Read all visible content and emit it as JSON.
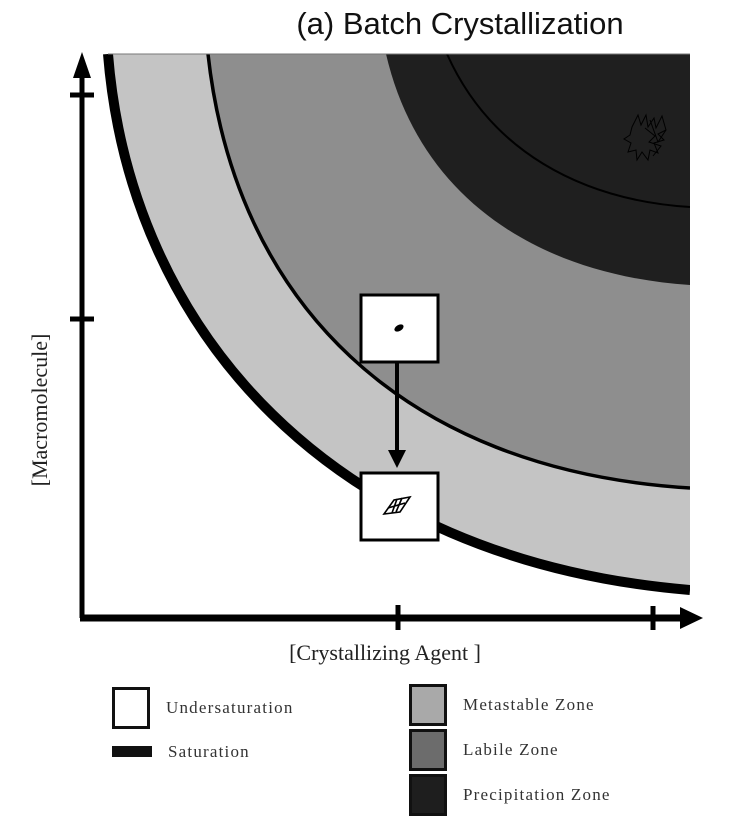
{
  "title": "(a) Batch Crystallization",
  "axes": {
    "x_label": "[Crystallizing Agent ]",
    "y_label": "[Macromolecule]"
  },
  "zones": [
    {
      "name": "Undersaturation",
      "color": "#ffffff"
    },
    {
      "name": "Saturation",
      "color": "#000000"
    },
    {
      "name": "Metastable Zone",
      "color": "#c4c4c4"
    },
    {
      "name": "Labile Zone",
      "color": "#8e8e8e"
    },
    {
      "name": "Precipitation Zone",
      "color": "#1f1f1f"
    }
  ],
  "annotations": {
    "start_point": "nucleus (labile zone)",
    "end_point": "crystal (metastable zone)",
    "transition": "arrow from labile zone down to metastable zone"
  },
  "legend": {
    "items": [
      {
        "label": "Undersaturation",
        "style": "box",
        "color": "#ffffff"
      },
      {
        "label": "Saturation",
        "style": "line",
        "color": "#111111"
      },
      {
        "label": "Metastable Zone",
        "style": "box",
        "color": "#a9a9a9"
      },
      {
        "label": "Labile Zone",
        "style": "box",
        "color": "#6c6c6c"
      },
      {
        "label": "Precipitation Zone",
        "style": "box",
        "color": "#1e1e1e"
      }
    ]
  }
}
